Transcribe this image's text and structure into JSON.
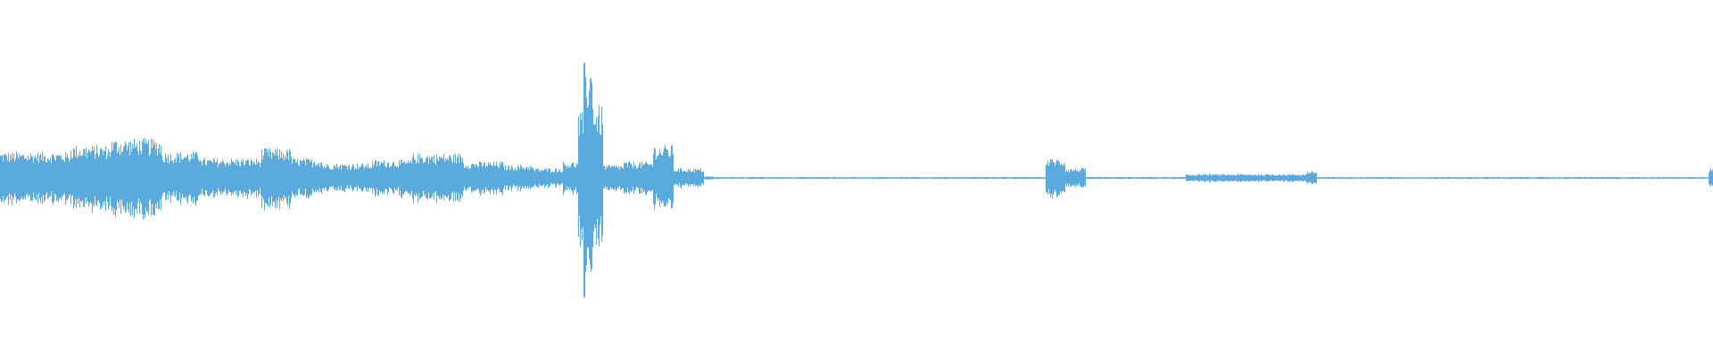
{
  "waveform": {
    "color": "#5aaae0",
    "background": "#ffffff",
    "duration_fraction_segments": [
      {
        "start": 0.0,
        "end": 0.07,
        "amplitude": 0.08
      },
      {
        "start": 0.07,
        "end": 0.11,
        "amplitude": 0.1
      },
      {
        "start": 0.11,
        "end": 0.16,
        "amplitude": 0.12
      },
      {
        "start": 0.16,
        "end": 0.2,
        "amplitude": 0.08
      },
      {
        "start": 0.2,
        "end": 0.26,
        "amplitude": 0.06
      },
      {
        "start": 0.26,
        "end": 0.29,
        "amplitude": 0.09
      },
      {
        "start": 0.29,
        "end": 0.32,
        "amplitude": 0.06
      },
      {
        "start": 0.32,
        "end": 0.37,
        "amplitude": 0.045
      },
      {
        "start": 0.37,
        "end": 0.41,
        "amplitude": 0.055
      },
      {
        "start": 0.41,
        "end": 0.46,
        "amplitude": 0.075
      },
      {
        "start": 0.46,
        "end": 0.5,
        "amplitude": 0.05
      },
      {
        "start": 0.5,
        "end": 0.53,
        "amplitude": 0.04
      },
      {
        "start": 0.53,
        "end": 0.56,
        "amplitude": 0.03
      },
      {
        "start": 0.56,
        "end": 0.575,
        "amplitude": 0.05
      },
      {
        "start": 0.575,
        "end": 0.58,
        "amplitude": 0.2
      },
      {
        "start": 0.58,
        "end": 0.59,
        "amplitude": 0.35
      },
      {
        "start": 0.59,
        "end": 0.6,
        "amplitude": 0.22
      },
      {
        "start": 0.6,
        "end": 0.62,
        "amplitude": 0.04
      },
      {
        "start": 0.62,
        "end": 0.65,
        "amplitude": 0.05
      },
      {
        "start": 0.65,
        "end": 0.67,
        "amplitude": 0.1
      },
      {
        "start": 0.67,
        "end": 0.7,
        "amplitude": 0.03
      },
      {
        "start": 0.7,
        "end": 0.71,
        "amplitude": 0.005
      },
      {
        "start": 0.71,
        "end": 1.04,
        "amplitude": 0.003
      },
      {
        "start": 1.04,
        "end": 1.06,
        "amplitude": 0.06
      },
      {
        "start": 1.06,
        "end": 1.08,
        "amplitude": 0.03
      },
      {
        "start": 1.08,
        "end": 1.18,
        "amplitude": 0.003
      },
      {
        "start": 1.18,
        "end": 1.3,
        "amplitude": 0.012
      },
      {
        "start": 1.3,
        "end": 1.31,
        "amplitude": 0.02
      },
      {
        "start": 1.31,
        "end": 1.7,
        "amplitude": 0.003
      },
      {
        "start": 1.7,
        "end": 1.705,
        "amplitude": 0.03
      }
    ]
  }
}
